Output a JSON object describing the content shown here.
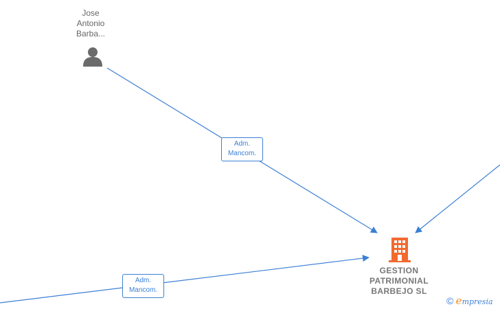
{
  "nodes": {
    "person": {
      "name_lines": [
        "Jose",
        "Antonio",
        "Barba..."
      ],
      "icon": "person-icon"
    },
    "company": {
      "name_lines": [
        "GESTION",
        "PATRIMONIAL",
        "BARBEJO  SL"
      ],
      "icon": "building-icon"
    }
  },
  "edges": [
    {
      "label_lines": [
        "Adm.",
        "Mancom."
      ]
    },
    {
      "label_lines": [
        "Adm.",
        "Mancom."
      ]
    }
  ],
  "footer": {
    "copyright_symbol": "©",
    "brand_initial": "e",
    "brand_rest": "mpresia"
  },
  "colors": {
    "edge": "#3b7fd4",
    "company_icon": "#f26a2e",
    "person_icon": "#6b6b6b",
    "text": "#666666"
  }
}
